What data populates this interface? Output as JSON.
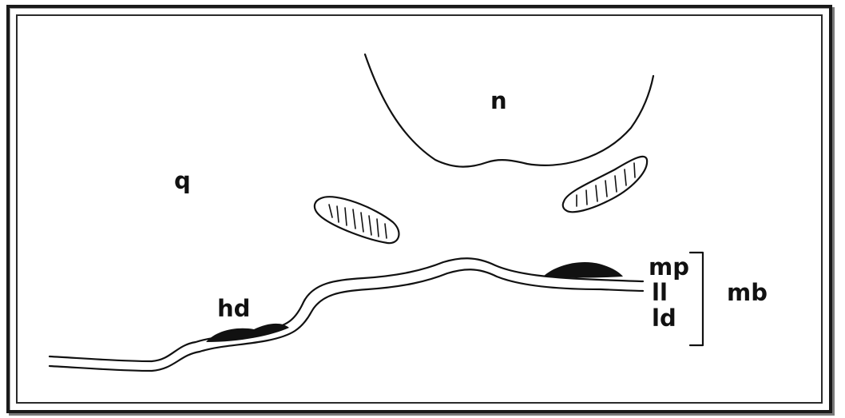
{
  "labels": {
    "nucleus": "n",
    "cytoplasm": "q",
    "hemidesmosome": "hd",
    "membrane_bracket": "mb",
    "layer_mp": "mp",
    "layer_ll": "ll",
    "layer_ld": "ld"
  },
  "colors": {
    "ink": "#111111",
    "background": "#ffffff",
    "frame": "#1a1a1a"
  }
}
